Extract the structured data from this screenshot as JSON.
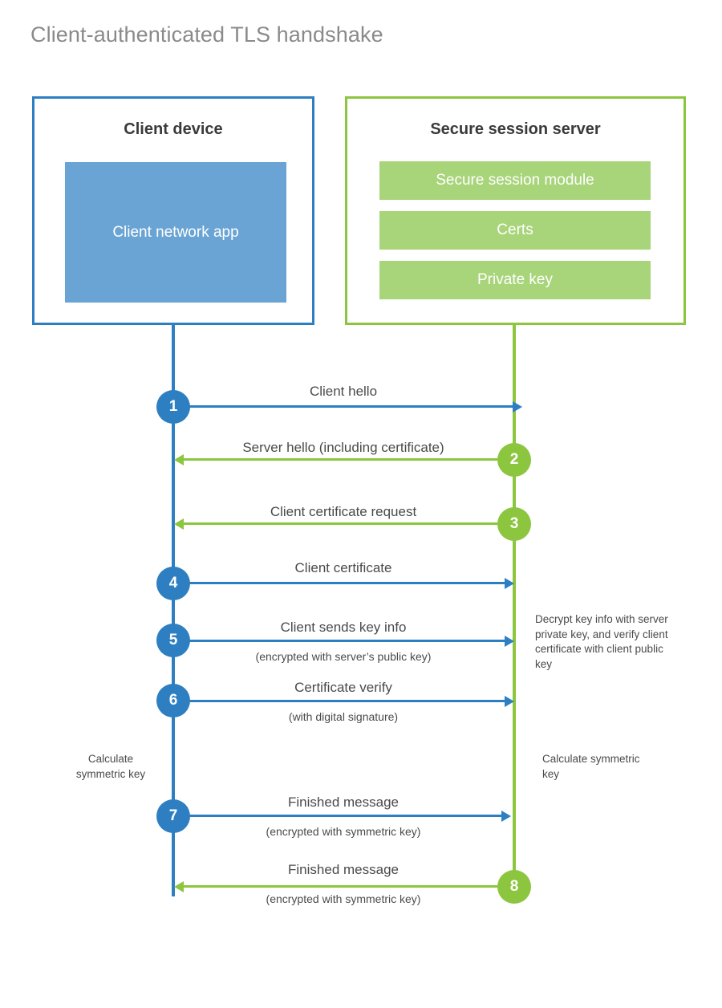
{
  "title": "Client-authenticated TLS handshake",
  "colors": {
    "client_blue": "#2e7fc2",
    "client_app_fill": "#6aa4d4",
    "server_green": "#8cc63f",
    "server_item_fill": "#a8d47a",
    "title_gray": "#8a8a8a",
    "text_gray": "#4a4a4a"
  },
  "parties": {
    "client": {
      "title": "Client device",
      "app_label": "Client network app"
    },
    "server": {
      "title": "Secure session server",
      "items": [
        {
          "label": "Secure session module"
        },
        {
          "label": "Certs"
        },
        {
          "label": "Private key"
        }
      ]
    }
  },
  "steps": [
    {
      "number": "1",
      "label": "Client hello",
      "sublabel": "",
      "direction": "client-to-server",
      "color": "blue"
    },
    {
      "number": "2",
      "label": "Server hello (including certificate)",
      "sublabel": "",
      "direction": "server-to-client",
      "color": "green"
    },
    {
      "number": "3",
      "label": "Client certificate request",
      "sublabel": "",
      "direction": "server-to-client",
      "color": "green"
    },
    {
      "number": "4",
      "label": "Client certificate",
      "sublabel": "",
      "direction": "client-to-server",
      "color": "blue"
    },
    {
      "number": "5",
      "label": "Client sends key info",
      "sublabel": "(encrypted with server’s public key)",
      "direction": "client-to-server",
      "color": "blue"
    },
    {
      "number": "6",
      "label": "Certificate verify",
      "sublabel": "(with digital signature)",
      "direction": "client-to-server",
      "color": "blue"
    },
    {
      "number": "7",
      "label": "Finished message",
      "sublabel": "(encrypted with symmetric key)",
      "direction": "client-to-server",
      "color": "blue"
    },
    {
      "number": "8",
      "label": "Finished message",
      "sublabel": "(encrypted with symmetric key)",
      "direction": "server-to-client",
      "color": "green"
    }
  ],
  "notes": {
    "server_decrypt": "Decrypt key info with server private key, and verify client certificate with client public key",
    "client_calculate": "Calculate symmetric key",
    "server_calculate": "Calculate symmetric key"
  }
}
